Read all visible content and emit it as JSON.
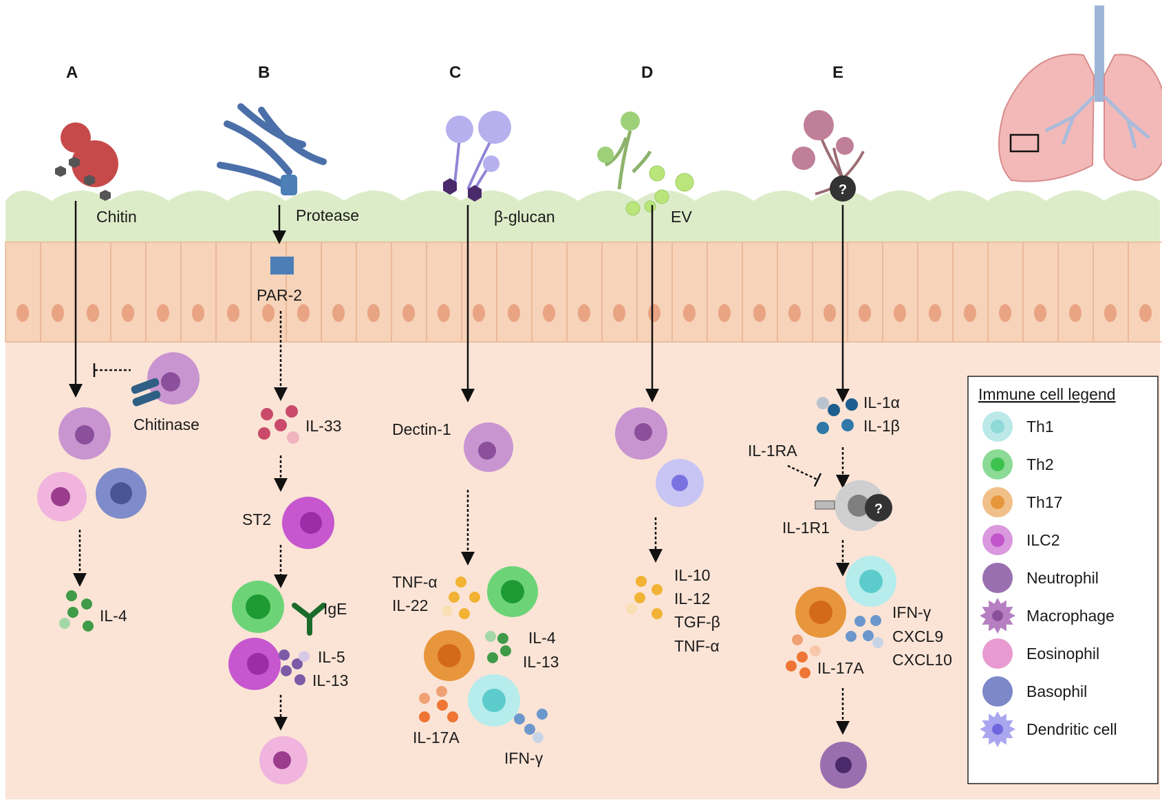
{
  "panels": [
    "A",
    "B",
    "C",
    "D",
    "E"
  ],
  "panelA": {
    "chitin": "Chitin",
    "chitinase": "Chitinase",
    "il4": "IL-4"
  },
  "panelB": {
    "protease": "Protease",
    "par2": "PAR-2",
    "il33": "IL-33",
    "st2": "ST2",
    "ige": "IgE",
    "il5": "IL-5",
    "il13": "IL-13"
  },
  "panelC": {
    "bglucan": "β-glucan",
    "dectin": "Dectin-1",
    "tnfa": "TNF-α",
    "il22": "IL-22",
    "il4": "IL-4",
    "il13": "IL-13",
    "il17a": "IL-17A",
    "ifng": "IFN-γ"
  },
  "panelD": {
    "ev": "EV",
    "il10": "IL-10",
    "il12": "IL-12",
    "tgfb": "TGF-β",
    "tnfa": "TNF-α"
  },
  "panelE": {
    "q": "?",
    "il1a": "IL-1α",
    "il1b": "IL-1β",
    "il1ra": "IL-1RA",
    "il1r1": "IL-1R1",
    "ifng": "IFN-γ",
    "cxcl9": "CXCL9",
    "cxcl10": "CXCL10",
    "il17a": "IL-17A"
  },
  "legend": {
    "title": "Immune cell legend",
    "items": [
      {
        "label": "Th1",
        "type": "round",
        "color": "#8fd9d9"
      },
      {
        "label": "Th2",
        "type": "round",
        "color": "#3ec24f"
      },
      {
        "label": "Th17",
        "type": "round",
        "color": "#e8963b"
      },
      {
        "label": "ILC2",
        "type": "round",
        "color": "#c155c9"
      },
      {
        "label": "Neutrophil",
        "type": "neutro",
        "color": "#9a6fb0"
      },
      {
        "label": "Macrophage",
        "type": "spiky",
        "color": "#b57fc2"
      },
      {
        "label": "Eosinophil",
        "type": "eos",
        "color": "#e79bd0"
      },
      {
        "label": "Basophil",
        "type": "baso",
        "color": "#7c88c8"
      },
      {
        "label": "Dendritic cell",
        "type": "dend",
        "color": "#a9a6ef"
      }
    ]
  },
  "colors": {
    "epithelium": "#f6d3b9",
    "mucus": "#dcecc8",
    "tissue": "#fbe4d6",
    "arrow": "#111111"
  }
}
